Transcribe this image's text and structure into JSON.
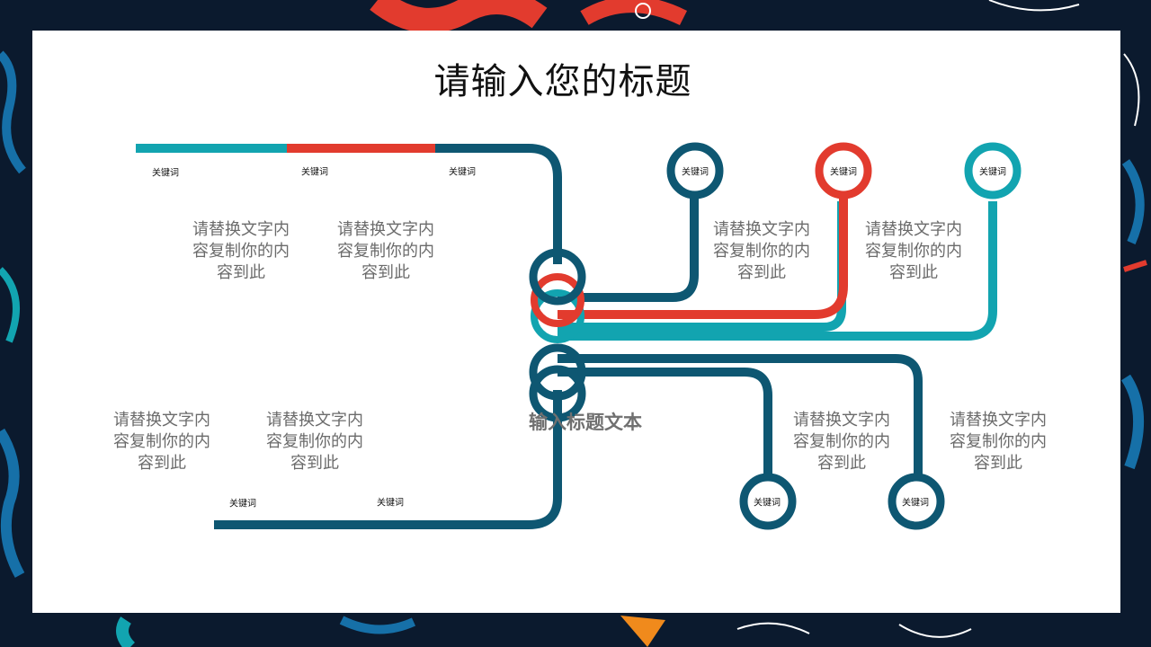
{
  "slide": {
    "title": "请输入您的标题",
    "center_title": "输入标题文本"
  },
  "keywords": [
    "关键词",
    "关键词",
    "关键词",
    "关键词",
    "关键词",
    "关键词",
    "关键词",
    "关键词",
    "关键词",
    "关键词"
  ],
  "texts": [
    "请替换文字内容复制你的内容到此",
    "请替换文字内容复制你的内容到此",
    "请替换文字内容复制你的内容到此",
    "请替换文字内容复制你的内容到此",
    "请替换文字内容复制你的内容到此",
    "请替换文字内容复制你的内容到此",
    "请替换文字内容复制你的内容到此",
    "请替换文字内容复制你的内容到此"
  ],
  "colors": {
    "navy": "#0e5772",
    "red": "#e23b2e",
    "teal": "#12a4b0",
    "frame": "#0b1a2e"
  }
}
